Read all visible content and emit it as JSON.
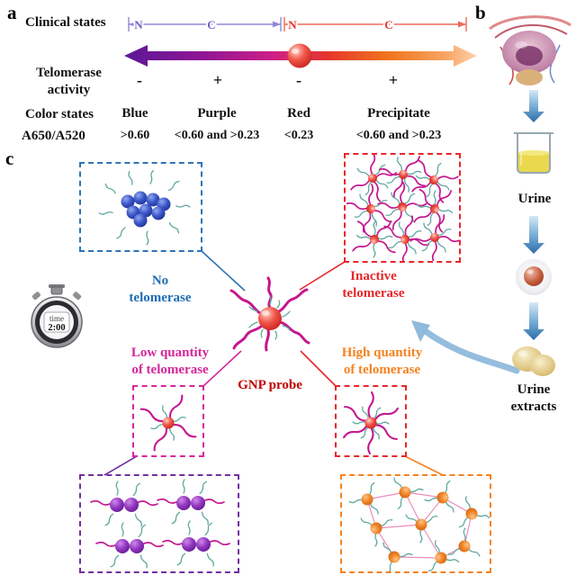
{
  "colors": {
    "blue": "#2e74b5",
    "red": "#e8262a",
    "magenta": "#d6279b",
    "orange": "#f5821f",
    "purple": "#7030a0",
    "dark_red": "#c00000",
    "gradient_left": "#5a1896",
    "gradient_right": "#f9a868"
  },
  "panel_a": {
    "label": "a",
    "clinical_states": "Clinical states",
    "axis": {
      "left_segment": {
        "n": "N",
        "c": "C"
      },
      "right_segment": {
        "n": "N",
        "c": "C"
      }
    },
    "telomerase_activity_label": "Telomerase activity",
    "activity_values": [
      "-",
      "+",
      "-",
      "+"
    ],
    "color_states_label": "Color states",
    "color_state_values": [
      "Blue",
      "Purple",
      "Red",
      "Precipitate"
    ],
    "ratio_label": "A650/A520",
    "ratio_values": [
      ">0.60",
      "<0.60 and >0.23",
      "<0.23",
      "<0.60 and >0.23"
    ]
  },
  "panel_b": {
    "label": "b",
    "urine": "Urine",
    "urine_extracts": "Urine extracts"
  },
  "panel_c": {
    "label": "c",
    "timer": {
      "label": "time",
      "value": "2:00"
    },
    "no_telomerase": "No telomerase",
    "inactive_telomerase": "Inactive telomerase",
    "low_quantity": "Low quantity of telomerase",
    "high_quantity": "High quantity of telomerase",
    "gnp_probe": "GNP probe"
  }
}
